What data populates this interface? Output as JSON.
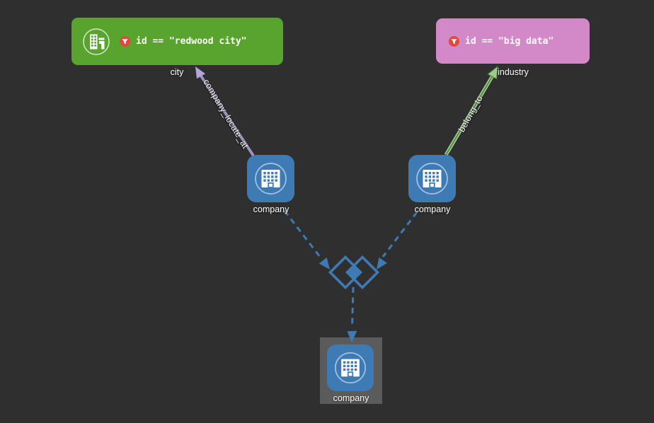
{
  "app": {
    "background_color": "#2f2f2f"
  },
  "filter_cards": [
    {
      "label": "city",
      "expression": "id == \"redwood city\"",
      "color": "#58a42e",
      "type_icon": "city-buildings-icon",
      "filter_icon": "funnel-icon"
    },
    {
      "label": "industry",
      "expression": "id == \"big data\"",
      "color": "#d389c8",
      "filter_icon": "funnel-icon"
    }
  ],
  "nodes": [
    {
      "label": "company",
      "icon": "office-building-icon",
      "color": "#3e7bb4"
    },
    {
      "label": "company",
      "icon": "office-building-icon",
      "color": "#3e7bb4"
    },
    {
      "label": "company",
      "icon": "office-building-icon",
      "color": "#3e7bb4",
      "selected": true
    }
  ],
  "edges": [
    {
      "label": "company_locate_at",
      "color": "#b4a4d8",
      "style": "solid-arrow"
    },
    {
      "label": "belong_to",
      "color": "#9ccb84",
      "style": "solid-arrow"
    },
    {
      "label": "",
      "color": "#3e7bb4",
      "style": "dashed-arrow"
    },
    {
      "label": "",
      "color": "#3e7bb4",
      "style": "dashed-arrow"
    },
    {
      "label": "",
      "color": "#3e7bb4",
      "style": "dashed-arrow"
    }
  ],
  "operator": {
    "name": "intersect",
    "color": "#3e7bb4"
  },
  "accent_colors": {
    "filter_badge": "#e2483d",
    "selection_box": "#5b5b5b",
    "dashed_edge": "#3e7bb4"
  }
}
